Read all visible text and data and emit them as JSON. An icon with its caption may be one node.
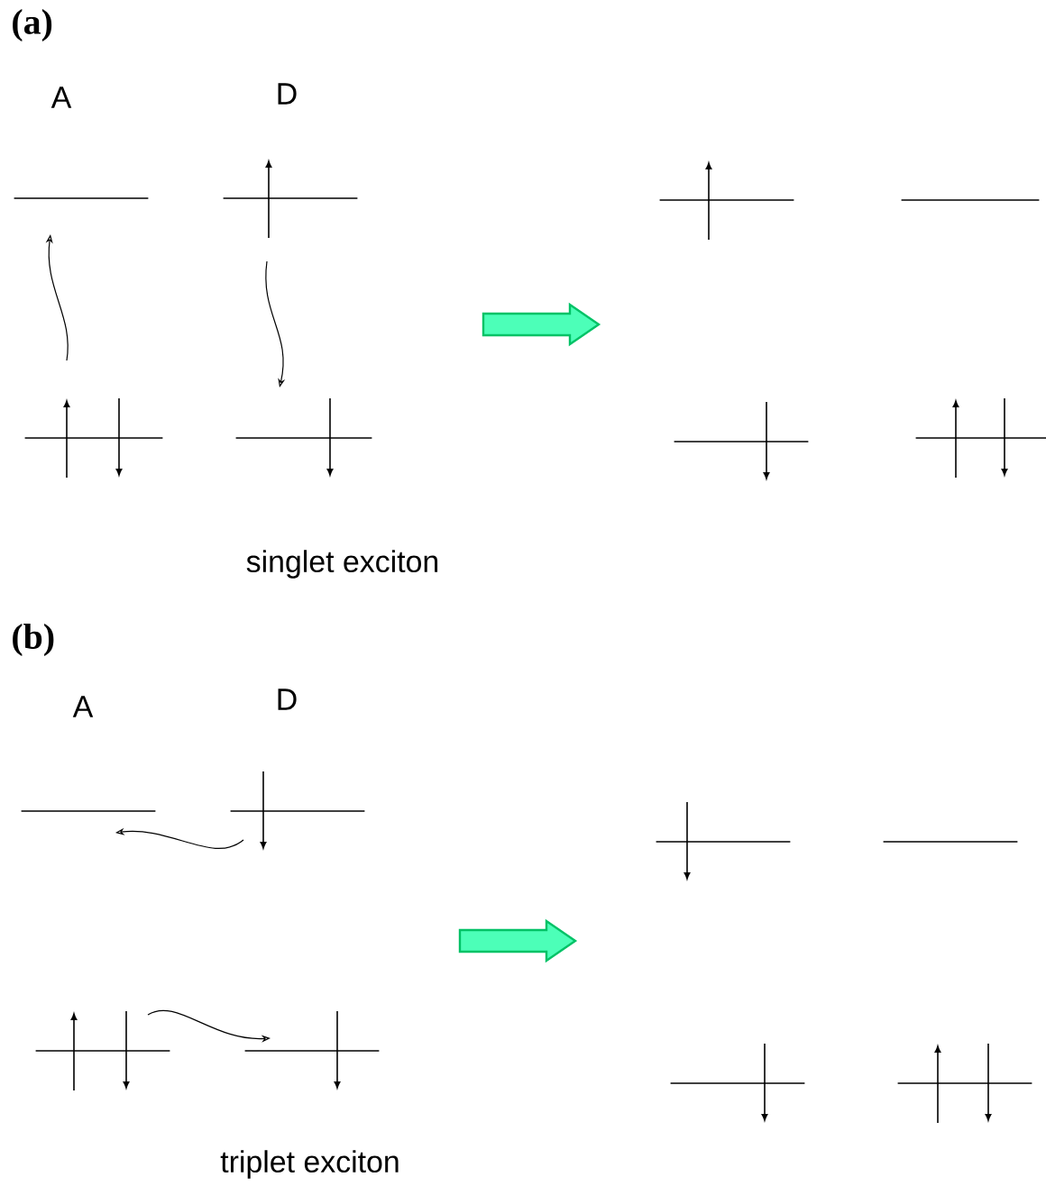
{
  "diagram": {
    "nodes": [
      {
        "text": [],
        "shape": "bar"
      },
      {
        "text": [],
        "shape": "bar"
      },
      {
        "text": [],
        "shape": "bar"
      },
      {
        "text": [],
        "shape": "bar"
      },
      {
        "text": [],
        "shape": "bar"
      },
      {
        "text": [],
        "shape": "bar"
      },
      {
        "text": [],
        "shape": "bar"
      },
      {
        "text": [],
        "shape": "bar"
      },
      {
        "text": [],
        "shape": "bar"
      },
      {
        "text": [],
        "shape": "bar"
      },
      {
        "text": [],
        "shape": "bar"
      },
      {
        "text": [],
        "shape": "bar"
      },
      {
        "text": [],
        "shape": "bar"
      },
      {
        "text": [],
        "shape": "bar"
      },
      {
        "text": [],
        "shape": "bar"
      },
      {
        "text": [],
        "shape": "bar"
      }
    ],
    "edges": [
      {
        "from": 2,
        "to": 0,
        "arrow": "to"
      },
      {
        "from": 1,
        "to": 3,
        "arrow": "to"
      },
      {
        "from": 9,
        "to": 8,
        "arrow": "to"
      },
      {
        "from": 10,
        "to": 11,
        "arrow": "to"
      }
    ],
    "labels": [
      "(a)",
      "A",
      "D",
      "singlet exciton",
      "(b)",
      "A",
      "D",
      "triplet exciton"
    ]
  }
}
